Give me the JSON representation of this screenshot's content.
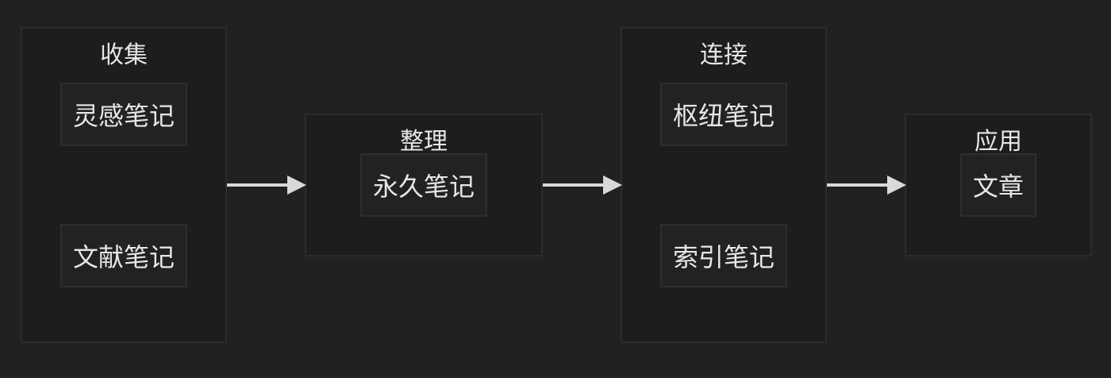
{
  "diagram": {
    "groups": [
      {
        "id": "collect",
        "title": "收集",
        "nodes": [
          "灵感笔记",
          "文献笔记"
        ]
      },
      {
        "id": "organize",
        "title": "整理",
        "nodes": [
          "永久笔记"
        ]
      },
      {
        "id": "connect",
        "title": "连接",
        "nodes": [
          "枢纽笔记",
          "索引笔记"
        ]
      },
      {
        "id": "apply",
        "title": "应用",
        "nodes": [
          "文章"
        ]
      }
    ],
    "edges": [
      {
        "from": "collect",
        "to": "organize"
      },
      {
        "from": "organize",
        "to": "connect"
      },
      {
        "from": "connect",
        "to": "apply"
      }
    ],
    "colors": {
      "background": "#212121",
      "group_fill": "#1d1d1d",
      "node_fill": "#222222",
      "border": "#2e2e2e",
      "text": "#e6e6e6",
      "arrow": "#d9d9d9"
    }
  }
}
